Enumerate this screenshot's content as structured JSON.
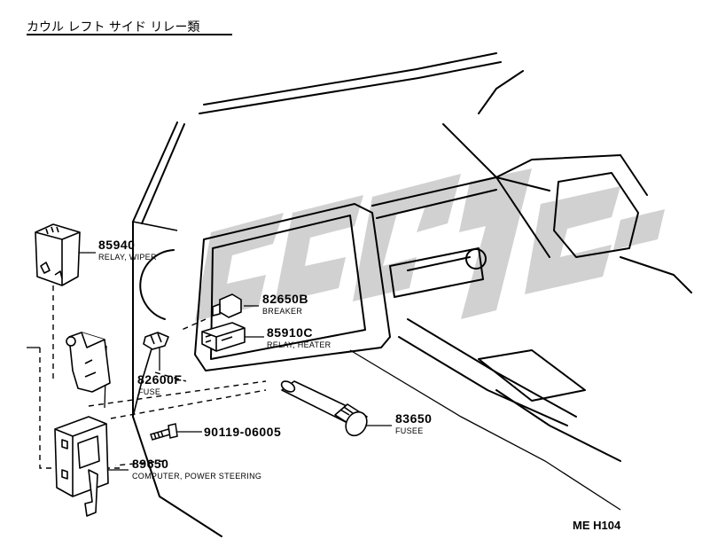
{
  "title": "カウル レフト サイド リレー類",
  "figure_ref": "ME H104",
  "parts": [
    {
      "number": "85940",
      "name": "RELAY, WIPER"
    },
    {
      "number": "82650B",
      "name": "BREAKER"
    },
    {
      "number": "85910C",
      "name": "RELAY, HEATER"
    },
    {
      "number": "82600F",
      "name": "FUSE"
    },
    {
      "number": "83650",
      "name": "FUSEE"
    },
    {
      "number": "90119-06005",
      "name": ""
    },
    {
      "number": "89650",
      "name": "COMPUTER, POWER STEERING"
    }
  ],
  "colors": {
    "line": "#000000",
    "watermark": "#c8c8c8",
    "background": "#ffffff"
  }
}
